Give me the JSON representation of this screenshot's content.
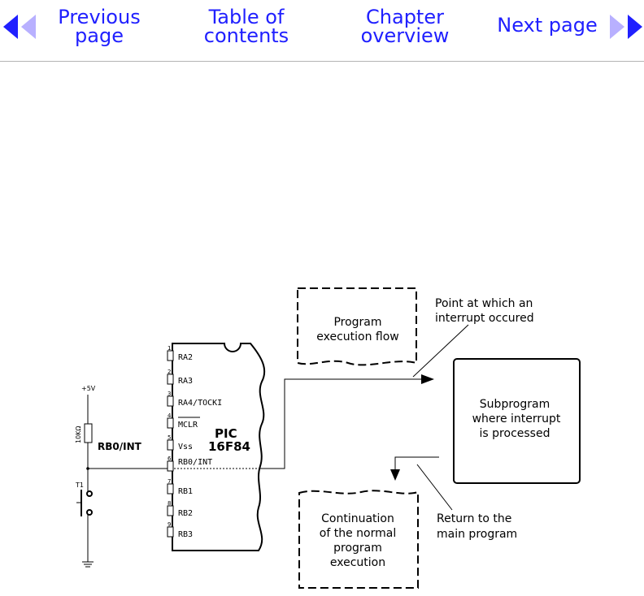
{
  "nav": {
    "prev": [
      "Previous",
      "page"
    ],
    "toc": [
      "Table of",
      "contents"
    ],
    "chapter": [
      "Chapter",
      "overview"
    ],
    "next": "Next page",
    "accent": "#2020ff",
    "arrow_light": "#b8b0ff"
  },
  "diagram": {
    "chip": [
      "PIC",
      "16F84"
    ],
    "supply": "+5V",
    "resistor": "10KΩ",
    "button": "T1",
    "rb0_label": "RB0/INT",
    "pins": [
      {
        "num": "1",
        "name": "RA2"
      },
      {
        "num": "2",
        "name": "RA3"
      },
      {
        "num": "3",
        "name": "RA4/TOCKI"
      },
      {
        "num": "4",
        "name": "MCLR"
      },
      {
        "num": "5",
        "name": "Vss"
      },
      {
        "num": "6",
        "name": "RB0/INT"
      },
      {
        "num": "7",
        "name": "RB1"
      },
      {
        "num": "8",
        "name": "RB2"
      },
      {
        "num": "9",
        "name": "RB3"
      }
    ],
    "flow_box": [
      "Program",
      "execution flow"
    ],
    "interrupt_point": [
      "Point at which an",
      "interrupt occured"
    ],
    "subprogram": [
      "Subprogram",
      "where interrupt",
      "is processed"
    ],
    "return_label": [
      "Return to the",
      "main program"
    ],
    "continuation": [
      "Continuation",
      "of the normal",
      "program",
      "execution"
    ]
  }
}
